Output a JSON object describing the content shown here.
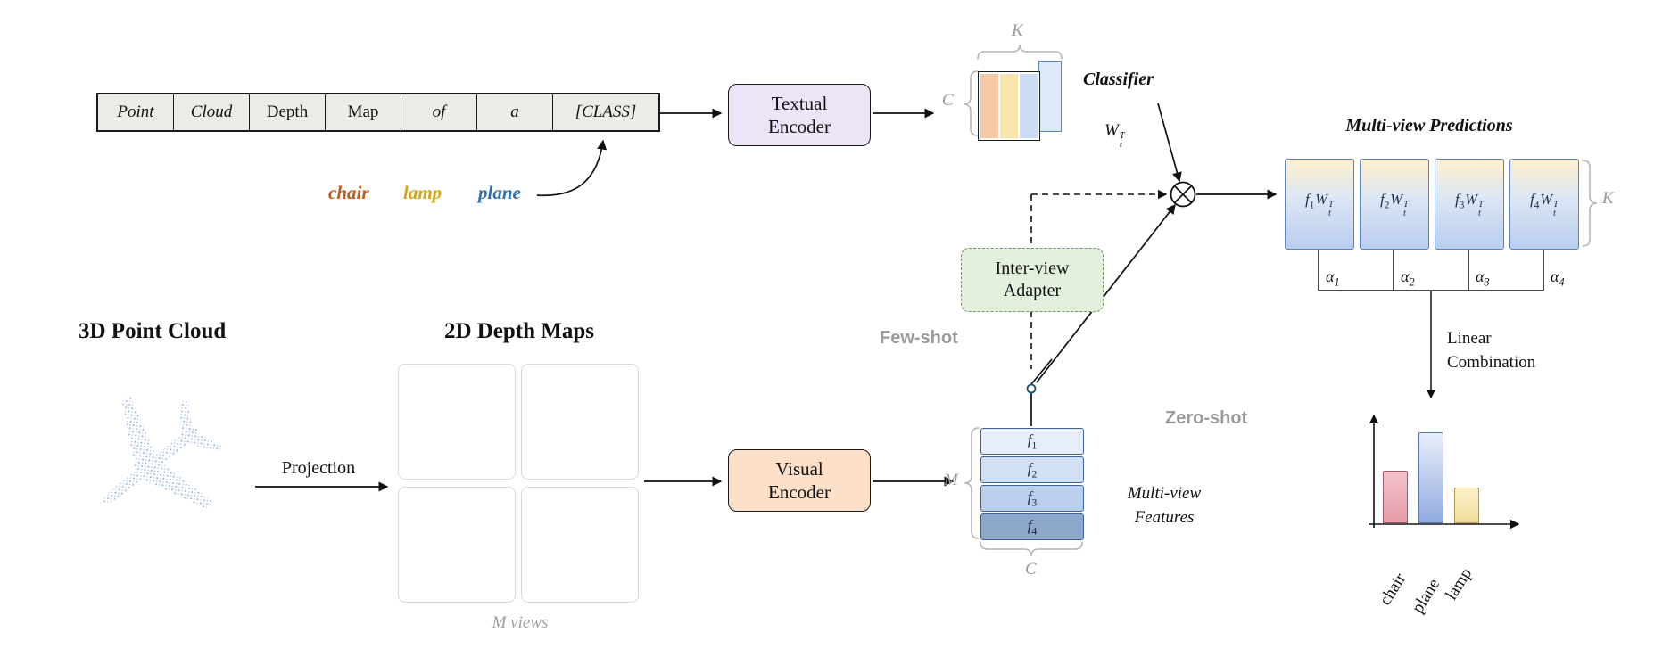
{
  "prompt": {
    "cells": [
      "Point",
      "Cloud",
      "Depth",
      "Map",
      "of",
      "a",
      "[CLASS]"
    ],
    "classes": [
      {
        "label": "chair",
        "color": "#c05a1d"
      },
      {
        "label": "lamp",
        "color": "#d7a514"
      },
      {
        "label": "plane",
        "color": "#2e6fad"
      }
    ]
  },
  "encoders": {
    "textual": "Textual Encoder",
    "visual": "Visual Encoder"
  },
  "adapter": {
    "label": "Inter-view Adapter"
  },
  "text_features": {
    "k_label": "K",
    "c_label": "C",
    "bar_colors": [
      "#f5c9a4",
      "#f6e6ac",
      "#c9dcf2"
    ],
    "back_color": "#dce9f8"
  },
  "classifier": {
    "label": "Classifier",
    "w": "W",
    "sub": "t",
    "sup": "T"
  },
  "modes": {
    "few_shot": "Few-shot",
    "zero_shot": "Zero-shot"
  },
  "pointcloud_title": "3D Point Cloud",
  "depthmaps": {
    "title": "2D Depth Maps",
    "caption": "M views",
    "projection": "Projection"
  },
  "features": {
    "rows": [
      {
        "f": "f",
        "sub": "1"
      },
      {
        "f": "f",
        "sub": "2"
      },
      {
        "f": "f",
        "sub": "3"
      },
      {
        "f": "f",
        "sub": "4"
      }
    ],
    "fills": [
      "#e7eef9",
      "#d2e0f3",
      "#b9cfeb",
      "#8ea8cc"
    ],
    "m_label": "M",
    "c_label": "C",
    "caption_line1": "Multi-view",
    "caption_line2": "Features"
  },
  "predictions": {
    "title": "Multi-view Predictions",
    "k_label": "K",
    "boxes": [
      {
        "f": "f",
        "fsub": "1",
        "w": "W",
        "wsub": "t",
        "wsup": "T"
      },
      {
        "f": "f",
        "fsub": "2",
        "w": "W",
        "wsub": "t",
        "wsup": "T"
      },
      {
        "f": "f",
        "fsub": "3",
        "w": "W",
        "wsub": "t",
        "wsup": "T"
      },
      {
        "f": "f",
        "fsub": "4",
        "w": "W",
        "wsub": "t",
        "wsup": "T"
      }
    ],
    "alphas": [
      {
        "a": "α",
        "sub": "1"
      },
      {
        "a": "α",
        "sub": "2"
      },
      {
        "a": "α",
        "sub": "3"
      },
      {
        "a": "α",
        "sub": "4"
      }
    ],
    "combination_line1": "Linear",
    "combination_line2": "Combination"
  },
  "chart_data": {
    "type": "bar",
    "categories": [
      "chair",
      "plane",
      "lamp"
    ],
    "values": [
      0.45,
      0.8,
      0.3
    ],
    "bar_heights": [
      "57px",
      "100px",
      "38px"
    ],
    "bar_backgrounds": [
      "linear-gradient(180deg,#f2c3ca,#e59ba8)",
      "linear-gradient(180deg,#e9eefb,#93abdf)",
      "linear-gradient(180deg,#faf0cb,#f1dd9b)"
    ],
    "bar_borders": [
      "#a05a68",
      "#5577b5",
      "#b89a47"
    ]
  }
}
